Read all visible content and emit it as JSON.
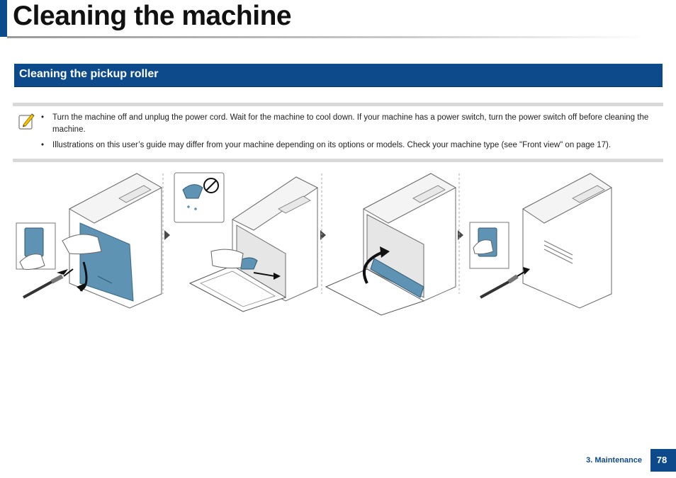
{
  "page": {
    "title": "Cleaning the machine",
    "section_title": "Cleaning the pickup roller"
  },
  "note": {
    "icon": "pencil-note-icon",
    "items": [
      "Turn the machine off and unplug the power cord. Wait for the machine to cool down. If your machine has a power switch, turn the power switch off before cleaning the machine.",
      "Illustrations on this user’s guide may differ from your machine depending on its options or models. Check your machine type (see \"Front view\" on page 17)."
    ],
    "bullet": "•"
  },
  "illustration": {
    "steps": [
      "power-off-unplug",
      "open-rear-cover-wipe-roller",
      "close-rear-cover",
      "plug-in-power-on"
    ],
    "icons": [
      "power-switch-icon",
      "no-liquid-cloth-icon",
      "power-switch-icon"
    ]
  },
  "footer": {
    "chapter": "3.  Maintenance",
    "page_number": "78"
  },
  "colors": {
    "brand_blue": "#0c4a8c",
    "illustration_blue": "#5e93b4",
    "rule_gray": "#d9d9d9"
  }
}
